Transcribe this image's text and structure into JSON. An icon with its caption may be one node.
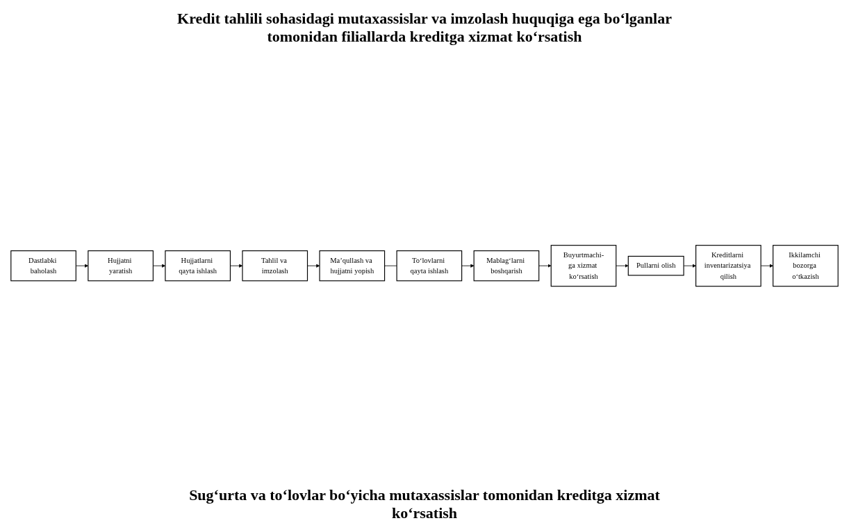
{
  "diagram": {
    "nodes": [
      {
        "text": [
          "Dastlabki baholash"
        ]
      },
      {
        "text": [
          "Hujjatni yaratish"
        ]
      },
      {
        "text": [
          "Hujjatlarni qayta ishlash"
        ]
      },
      {
        "text": [
          "Tahlil va imzolash"
        ]
      },
      {
        "text": [
          "Ma’qullash va hujjatni yopish"
        ]
      },
      {
        "text": [
          "To‘lovlarni qayta ishlash"
        ]
      },
      {
        "text": [
          "Mablag‘larni boshqarish"
        ]
      },
      {
        "text": [
          "Buyurtmachi-ga xizmat ko‘rsatish"
        ]
      },
      {
        "text": [
          "Pullarni olish"
        ]
      },
      {
        "text": [
          "Kreditlarni inventarizatsiya qilish"
        ]
      },
      {
        "text": [
          "Ikkilamchi bozorga o‘tkazish"
        ]
      }
    ],
    "edges": [
      {
        "from": 0,
        "to": 1,
        "arrow": "to"
      },
      {
        "from": 1,
        "to": 2,
        "arrow": "to"
      },
      {
        "from": 2,
        "to": 3,
        "arrow": "to"
      },
      {
        "from": 3,
        "to": 4,
        "arrow": "to"
      },
      {
        "from": 4,
        "to": 5,
        "arrow": "none"
      },
      {
        "from": 5,
        "to": 6,
        "arrow": "to"
      },
      {
        "from": 6,
        "to": 7,
        "arrow": "to"
      },
      {
        "from": 7,
        "to": 8,
        "arrow": "to"
      },
      {
        "from": 8,
        "to": 9,
        "arrow": "to"
      },
      {
        "from": 9,
        "to": 10,
        "arrow": "to"
      }
    ],
    "labels": [
      "Kredit tahlili sohasidagi mutaxassislar va imzolash huquqiga ega bo‘lganlar tomonidan filiallarda kreditga xizmat ko‘rsatish",
      "Sug‘urta va to‘lovlar bo‘yicha mutaxassislar tomonidan kreditga xizmat ko‘rsatish"
    ]
  }
}
